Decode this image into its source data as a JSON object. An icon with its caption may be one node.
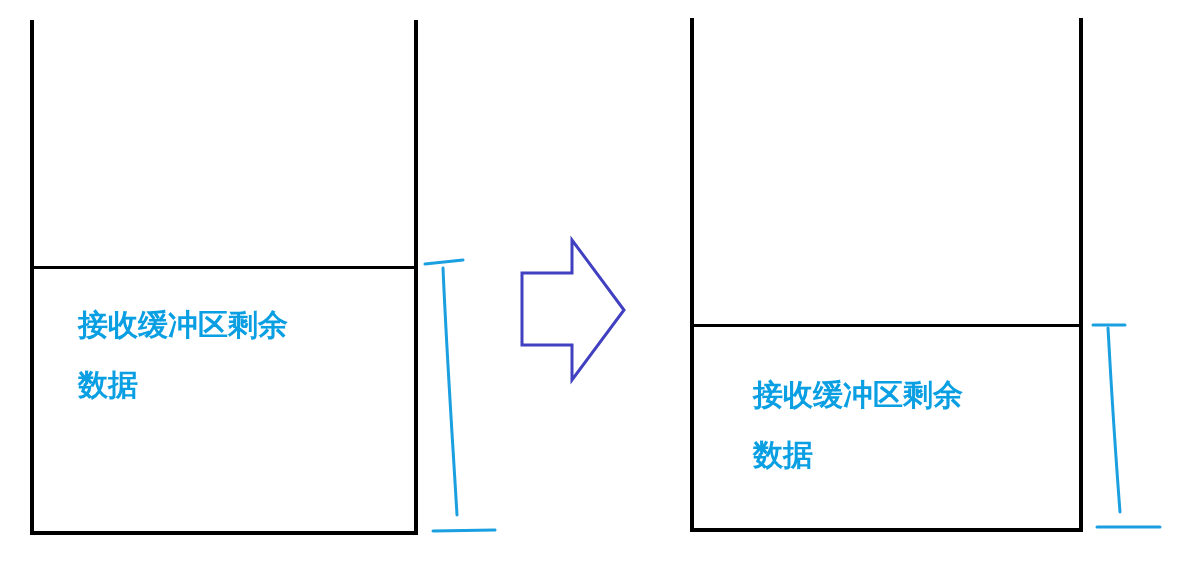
{
  "diagram": {
    "nodes": [
      {
        "text": [],
        "shape": "box"
      },
      {
        "text": [
          "接收缓冲区剩余数据"
        ],
        "in": 0
      },
      {
        "text": [],
        "shape": "box"
      },
      {
        "text": [
          "接收缓冲区剩余数据"
        ],
        "in": 2
      }
    ],
    "edges": [
      {
        "from": 0,
        "to": 2,
        "arrow": "to"
      }
    ]
  }
}
